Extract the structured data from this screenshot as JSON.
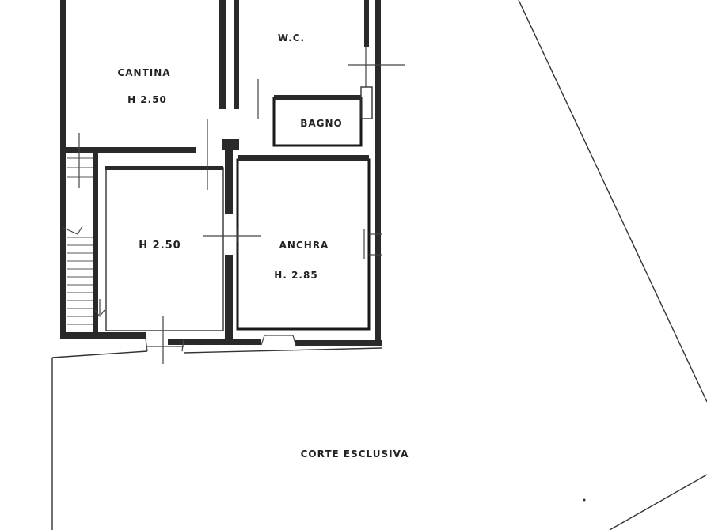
{
  "plan": {
    "rooms": {
      "cantina_top": {
        "name": "CANTINA",
        "height": "H 2.50"
      },
      "wc": {
        "name": "W.C."
      },
      "bagno": {
        "name": "BAGNO"
      },
      "room_left": {
        "height": "H 2.50"
      },
      "cantina_right": {
        "name": "ANCHRA",
        "height": "H. 2.85"
      },
      "courtyard": {
        "name": "CORTE ESCLUSIVA"
      }
    }
  }
}
